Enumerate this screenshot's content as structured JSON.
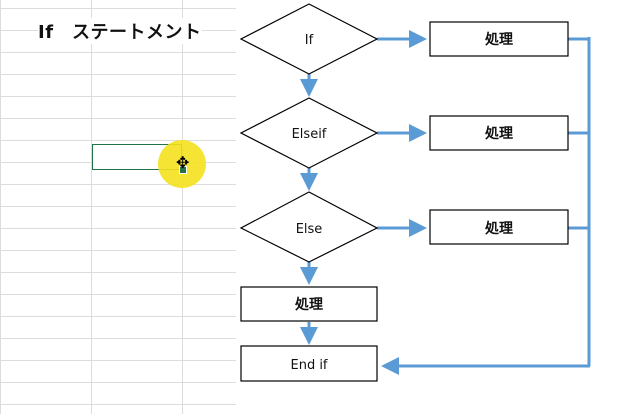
{
  "sheet": {
    "title": "If　ステートメント"
  },
  "flowchart": {
    "decisions": [
      "If",
      "Elseif",
      "Else"
    ],
    "process_label": "処理",
    "end_label": "End if",
    "arrow_color": "#5b9bd5",
    "shape_border_color": "#000000"
  }
}
